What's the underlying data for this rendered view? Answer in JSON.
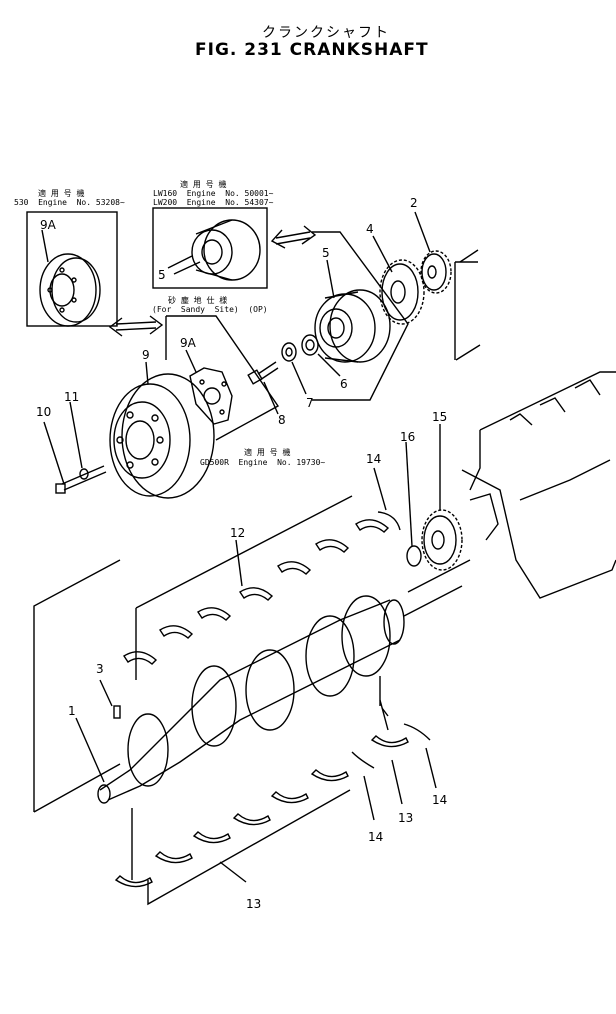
{
  "title_jp": "クランクシャフト",
  "figure_title": "FIG. 231  CRANKSHAFT",
  "notes": {
    "n530_a": "適 用 号 機",
    "n530_b": "530  Engine  No. 53208~",
    "nlw_a": "適 用 号 機",
    "nlw_b": "LW160  Engine  No. 50001~",
    "nlw_c": "LW200  Engine  No. 54307~",
    "sandy_a": "砂 塵 地 仕 様",
    "sandy_b": "(For  Sandy  Site)  (OP)",
    "gd_a": "適 用 号 機",
    "gd_b": "GD500R  Engine  No. 19730~"
  },
  "part_numbers": {
    "p1": "1",
    "p2": "2",
    "p3": "3",
    "p4": "4",
    "p5a": "5",
    "p5b": "5",
    "p6": "6",
    "p7": "7",
    "p8": "8",
    "p9": "9",
    "p9a1": "9A",
    "p9a2": "9A",
    "p10": "10",
    "p11": "11",
    "p12": "12",
    "p13a": "13",
    "p13b": "13",
    "p14a": "14",
    "p14b": "14",
    "p14c": "14",
    "p15": "15",
    "p16": "16"
  }
}
